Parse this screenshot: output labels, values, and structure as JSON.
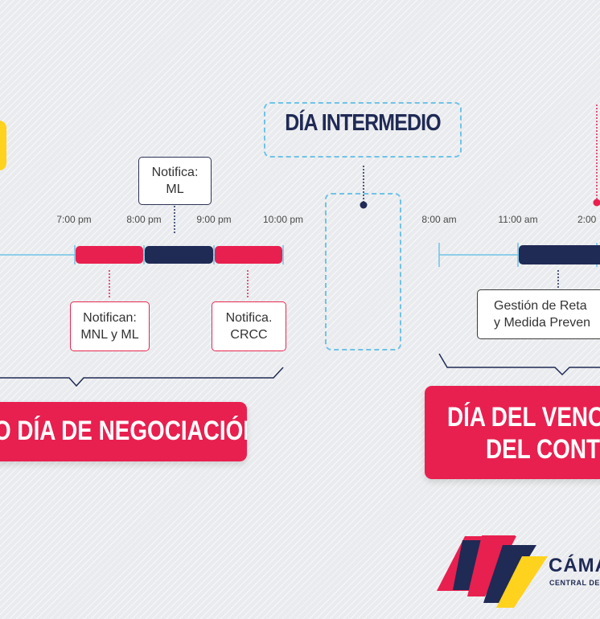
{
  "timeline_left": {
    "ticks": [
      "7:00 pm",
      "8:00 pm",
      "9:00 pm",
      "10:00 pm"
    ],
    "notes": {
      "notifica_ml": "Notifica:\nML",
      "notifican": "Notifican:\nMNL y ML",
      "notifica_crcc": "Notifica.\nCRCC"
    },
    "banner": "O DÍA DE NEGOCIACIÓN"
  },
  "intermedio": {
    "label": "DÍA INTERMEDIO"
  },
  "timeline_right": {
    "ticks": [
      "8:00 am",
      "11:00 am",
      "2:00"
    ],
    "note": "Gestión de Reta\ny Medida Preven",
    "banner_line1": "DÍA DEL VENCI",
    "banner_line2": "DEL CONTR"
  },
  "logo": {
    "name": "CÁMA",
    "subtitle": "CENTRAL DE"
  },
  "colors": {
    "red": "#e8204f",
    "navy": "#1f2a55",
    "light_blue": "#6fc3e6",
    "yellow": "#ffd21e"
  }
}
